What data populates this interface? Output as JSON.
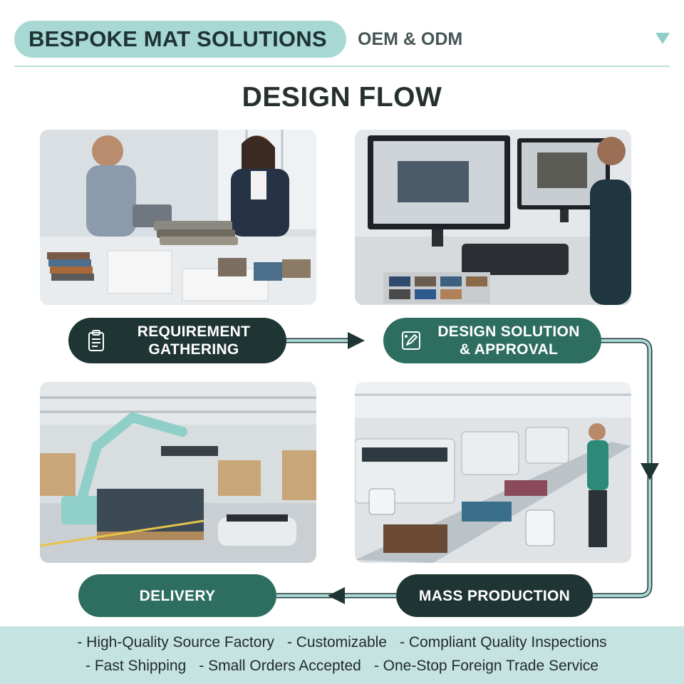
{
  "header": {
    "title": "BESPOKE MAT SOLUTIONS",
    "subtitle": "OEM & ODM"
  },
  "page_title": "DESIGN FLOW",
  "steps": {
    "requirement": "REQUIREMENT\nGATHERING",
    "design": "DESIGN SOLUTION\n& APPROVAL",
    "production": "MASS PRODUCTION",
    "delivery": "DELIVERY"
  },
  "features": {
    "row1": [
      "- High-Quality Source Factory",
      "- Customizable",
      "- Compliant Quality Inspections"
    ],
    "row2": [
      "- Fast Shipping",
      "- Small Orders Accepted",
      "- One-Stop Foreign Trade Service"
    ]
  },
  "colors": {
    "header_pill": "#a8d8d3",
    "step_dark": "#1f3534",
    "step_teal": "#2d6e60",
    "connector": "#a8d8d3",
    "footer": "#c5e3e0"
  },
  "icons": {
    "requirement": "clipboard-icon",
    "design": "design-edit-icon",
    "header": "triangle-down-icon"
  }
}
